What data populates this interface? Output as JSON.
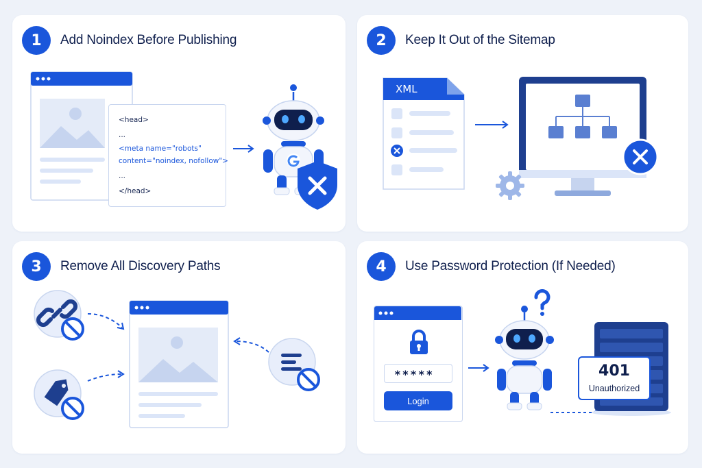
{
  "panels": [
    {
      "number": "1",
      "title": "Add Noindex Before Publishing"
    },
    {
      "number": "2",
      "title": "Keep It Out of the Sitemap"
    },
    {
      "number": "3",
      "title": "Remove All Discovery Paths"
    },
    {
      "number": "4",
      "title": "Use Password Protection (If Needed)"
    }
  ],
  "code": {
    "line1": "<head>",
    "line2": "...",
    "line3": "<meta name=\"robots\"",
    "line4": "content=\"noindex, nofollow\">",
    "line5": "...",
    "line6": "</head>"
  },
  "xml_label": "XML",
  "login": {
    "password_mask": "*****",
    "button_label": "Login"
  },
  "error": {
    "code": "401",
    "text": "Unauthorized"
  },
  "colors": {
    "primary": "#1a56db",
    "light": "#dbe5f8",
    "dark_text": "#0f1f4d"
  }
}
